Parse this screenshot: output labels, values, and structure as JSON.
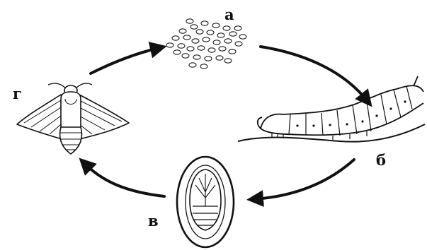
{
  "stages": [
    {
      "id": "eggs",
      "label": "а"
    },
    {
      "id": "caterpillar",
      "label": "б"
    },
    {
      "id": "cocoon",
      "label": "в"
    },
    {
      "id": "moth",
      "label": "г"
    }
  ],
  "colors": {
    "ink": "#111111",
    "background": "#ffffff"
  }
}
